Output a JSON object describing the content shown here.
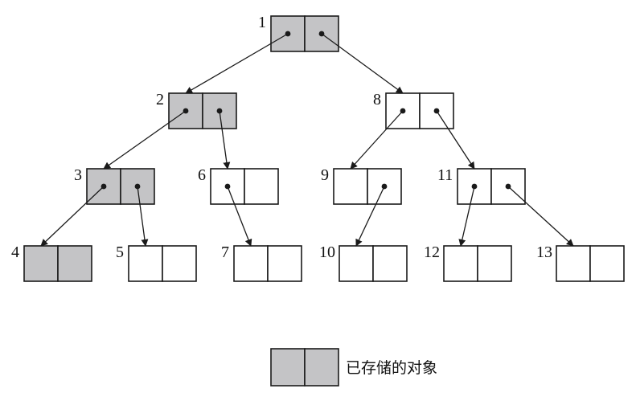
{
  "colors": {
    "stored_fill": "#c4c4c6",
    "empty_fill": "#ffffff",
    "stroke": "#1a1a1a"
  },
  "nodes": [
    {
      "id": "1",
      "label": "1",
      "stored": true
    },
    {
      "id": "2",
      "label": "2",
      "stored": true
    },
    {
      "id": "3",
      "label": "3",
      "stored": true
    },
    {
      "id": "4",
      "label": "4",
      "stored": true
    },
    {
      "id": "5",
      "label": "5",
      "stored": false
    },
    {
      "id": "6",
      "label": "6",
      "stored": false
    },
    {
      "id": "7",
      "label": "7",
      "stored": false
    },
    {
      "id": "8",
      "label": "8",
      "stored": false
    },
    {
      "id": "9",
      "label": "9",
      "stored": false
    },
    {
      "id": "10",
      "label": "10",
      "stored": false
    },
    {
      "id": "11",
      "label": "11",
      "stored": false
    },
    {
      "id": "12",
      "label": "12",
      "stored": false
    },
    {
      "id": "13",
      "label": "13",
      "stored": false
    }
  ],
  "edges": [
    {
      "from": "1",
      "side": "left",
      "to": "2"
    },
    {
      "from": "1",
      "side": "right",
      "to": "8"
    },
    {
      "from": "2",
      "side": "left",
      "to": "3"
    },
    {
      "from": "2",
      "side": "right",
      "to": "6"
    },
    {
      "from": "3",
      "side": "left",
      "to": "4"
    },
    {
      "from": "3",
      "side": "right",
      "to": "5"
    },
    {
      "from": "6",
      "side": "left",
      "to": "7"
    },
    {
      "from": "8",
      "side": "left",
      "to": "9"
    },
    {
      "from": "8",
      "side": "right",
      "to": "11"
    },
    {
      "from": "9",
      "side": "right",
      "to": "10"
    },
    {
      "from": "11",
      "side": "left",
      "to": "12"
    },
    {
      "from": "11",
      "side": "right",
      "to": "13"
    }
  ],
  "legend": {
    "label": "已存储的对象",
    "stored": true
  }
}
